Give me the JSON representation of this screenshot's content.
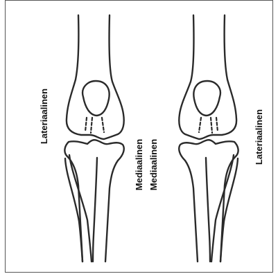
{
  "figure": {
    "colors": {
      "line": "#2a2a2a",
      "border": "#555555",
      "background": "#ffffff",
      "text": "#111111"
    },
    "panels": [
      {
        "side_left_label": "Lateriaalinen",
        "side_right_label": "Mediaalinen"
      },
      {
        "side_left_label": "Mediaalinen",
        "side_right_label": "Lateriaalinen"
      }
    ]
  }
}
